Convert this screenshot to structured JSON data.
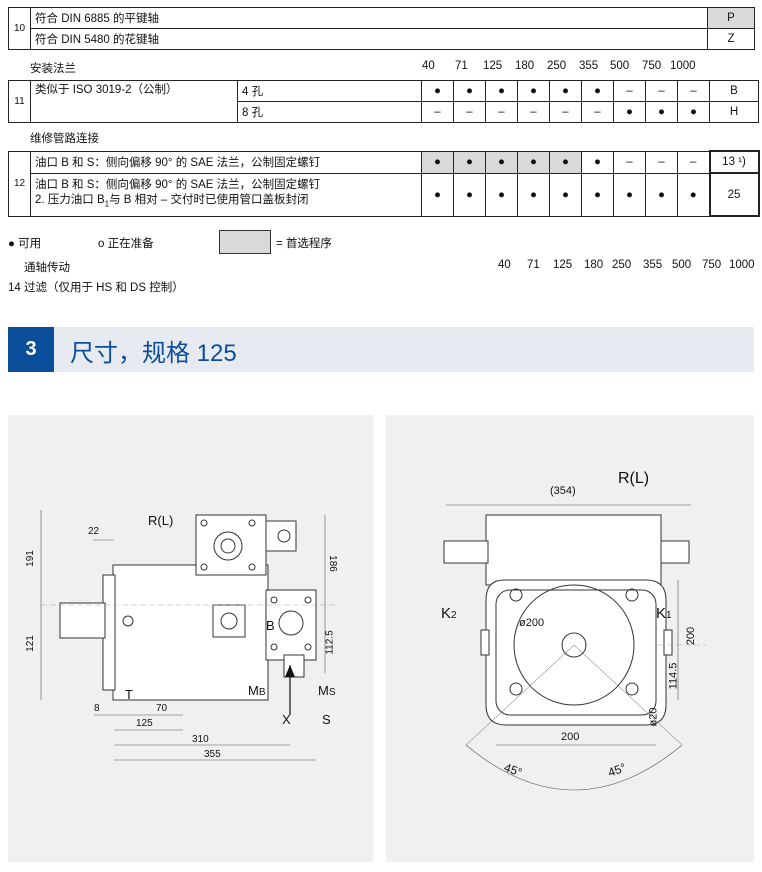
{
  "row10": {
    "num": "10",
    "items": [
      {
        "text": "符合 DIN 6885 的平键轴",
        "code": "P"
      },
      {
        "text": "符合 DIN 5480 的花键轴",
        "code": "Z"
      }
    ]
  },
  "flange": {
    "title": "安装法兰",
    "sizes": [
      "40",
      "71",
      "125",
      "180",
      "250",
      "355",
      "500",
      "750",
      "1000"
    ],
    "num": "11",
    "desc": "类似于 ISO 3019-2（公制）",
    "rows": [
      {
        "holes": "4 孔",
        "marks": [
          "●",
          "●",
          "●",
          "●",
          "●",
          "●",
          "–",
          "–",
          "–"
        ],
        "code": "B"
      },
      {
        "holes": "8 孔",
        "marks": [
          "–",
          "–",
          "–",
          "–",
          "–",
          "–",
          "●",
          "●",
          "●"
        ],
        "code": "H"
      }
    ]
  },
  "service": {
    "title": "维修管路连接",
    "num": "12",
    "rows": [
      {
        "text": "油口 B 和 S：侧向偏移 90° 的 SAE 法兰，公制固定螺钉",
        "marks": [
          "●",
          "●",
          "●",
          "●",
          "●",
          "●",
          "–",
          "–",
          "–"
        ],
        "shaded": 5,
        "code": "13 ¹)"
      },
      {
        "text1": "油口 B 和 S：侧向偏移 90° 的 SAE 法兰，公制固定螺钉",
        "text2a": "2. 压力油口 B",
        "sub": "1",
        "text2b": "与 B 相对 – 交付时已使用管口盖板封闭",
        "marks": [
          "●",
          "●",
          "●",
          "●",
          "●",
          "●",
          "●",
          "●",
          "●"
        ],
        "code": "25"
      }
    ]
  },
  "legend": {
    "available": "● 可用",
    "preparing": "o 正在准备",
    "preferred": "= 首选程序"
  },
  "through_drive": {
    "title": "通轴传动",
    "sizes": [
      "40",
      "71",
      "125",
      "180",
      "250",
      "355",
      "500",
      "750",
      "1000"
    ]
  },
  "row14": "14 过滤（仅用于 HS 和 DS 控制）",
  "section": {
    "num": "3",
    "title": "尺寸，规格 125"
  },
  "drawing_left": {
    "labels": [
      "R(L)",
      "22",
      "191",
      "121",
      "186",
      "112.5",
      "B",
      "T",
      "8",
      "70",
      "125",
      "310",
      "355",
      "M",
      "B",
      "M",
      "S",
      "X",
      "S"
    ]
  },
  "drawing_right": {
    "labels": [
      "R(L)",
      "(354)",
      "K",
      "2",
      "K",
      "1",
      "ø200",
      "200",
      "114.5",
      "ø20",
      "200",
      "45°",
      "45°"
    ]
  }
}
